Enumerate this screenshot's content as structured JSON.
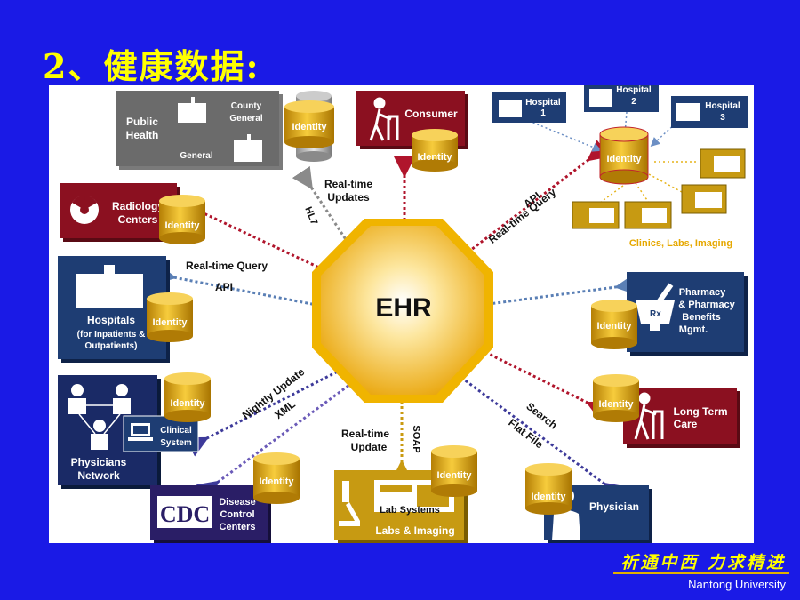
{
  "slide": {
    "title": "2、健康数据:",
    "motto": "祈通中西 力求精进",
    "university": "Nantong University"
  },
  "colors": {
    "background": "#1a1ae6",
    "title": "#ffff00",
    "ehr_fill": "#f2b70f",
    "red_node": "#8b1020",
    "navy_node": "#1e3d73",
    "gray_node": "#6b6b6b",
    "gold_node": "#c79a12",
    "disk_fill": "#e0a812"
  },
  "diagram": {
    "center": "EHR",
    "disk_label": "Identity",
    "nodes": {
      "public_health": {
        "line1": "Public",
        "line2": "Health",
        "county1": "County",
        "county2": "General",
        "general": "General"
      },
      "consumer": {
        "label": "Consumer"
      },
      "hospital1": {
        "line1": "Hospital",
        "line2": "1"
      },
      "hospital2": {
        "line1": "Hospital",
        "line2": "2"
      },
      "hospital3": {
        "line1": "Hospital",
        "line2": "3"
      },
      "clinics_caption": "Clinics, Labs, Imaging",
      "radiology": {
        "line1": "Radiology",
        "line2": "Centers"
      },
      "hospitals": {
        "line1": "Hospitals",
        "line2": "(for Inpatients &",
        "line3": "Outpatients)"
      },
      "pharmacy": {
        "line1": "Pharmacy",
        "line2": "& Pharmacy",
        "line3": "Benefits",
        "line4": "Mgmt.",
        "rx": "Rx"
      },
      "physicians_network": {
        "line1": "Physicians",
        "line2": "Network"
      },
      "clinical_system": {
        "line1": "Clinical",
        "line2": "System"
      },
      "long_term_care": {
        "line1": "Long Term",
        "line2": "Care"
      },
      "cdc": {
        "logo": "CDC",
        "line1": "Disease",
        "line2": "Control",
        "line3": "Centers"
      },
      "labs": {
        "line1": "Lab Systems",
        "line2": "Labs & Imaging"
      },
      "physician": {
        "label": "Physician"
      }
    },
    "edge_labels": {
      "hl7_updates1": "Real-time",
      "hl7_updates2": "Updates",
      "hl7": "HL7",
      "query_api_top1": "Real-time Query",
      "query_api_top2": "API",
      "query_api_left1": "Real-time Query",
      "query_api_left2": "API",
      "nightly1": "Nightly Update",
      "nightly2": "XML",
      "soap_update1": "Real-time",
      "soap_update2": "Update",
      "soap": "SOAP",
      "search1": "Search",
      "search2": "Flat File"
    }
  }
}
